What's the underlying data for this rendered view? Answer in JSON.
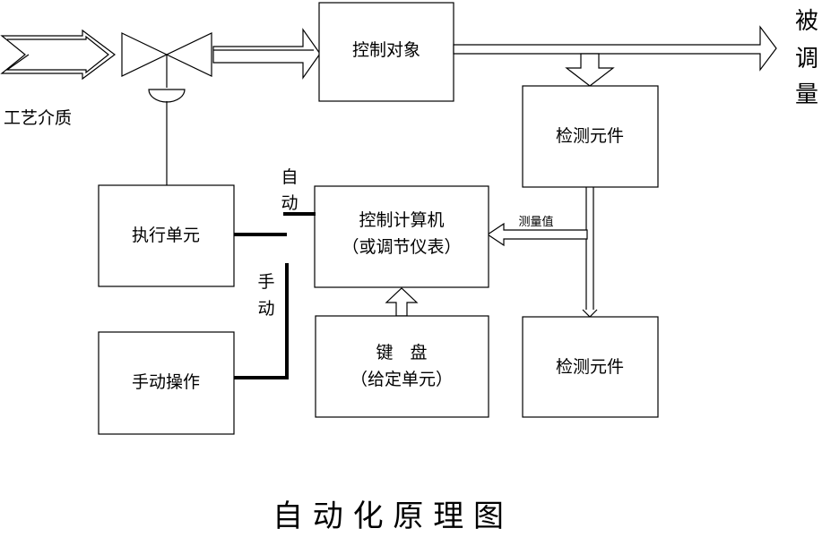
{
  "diagram": {
    "title": "自 动 化 原 理 图",
    "process_medium": "工艺介质",
    "controlled_variable": [
      "被",
      "调",
      "量"
    ],
    "blocks": {
      "control_object": "控制对象",
      "detector_top": "检测元件",
      "detector_bottom": "检测元件",
      "actuator": "执行单元",
      "manual_op": "手动操作",
      "computer_line1": "控制计算机",
      "computer_line2": "（或调节仪表）",
      "keyboard_line1": "键　盘",
      "keyboard_line2": "（给定单元）"
    },
    "switch_labels": {
      "auto": [
        "自",
        "动"
      ],
      "manual": [
        "手",
        "动"
      ]
    },
    "measurement_label": "测量值"
  }
}
